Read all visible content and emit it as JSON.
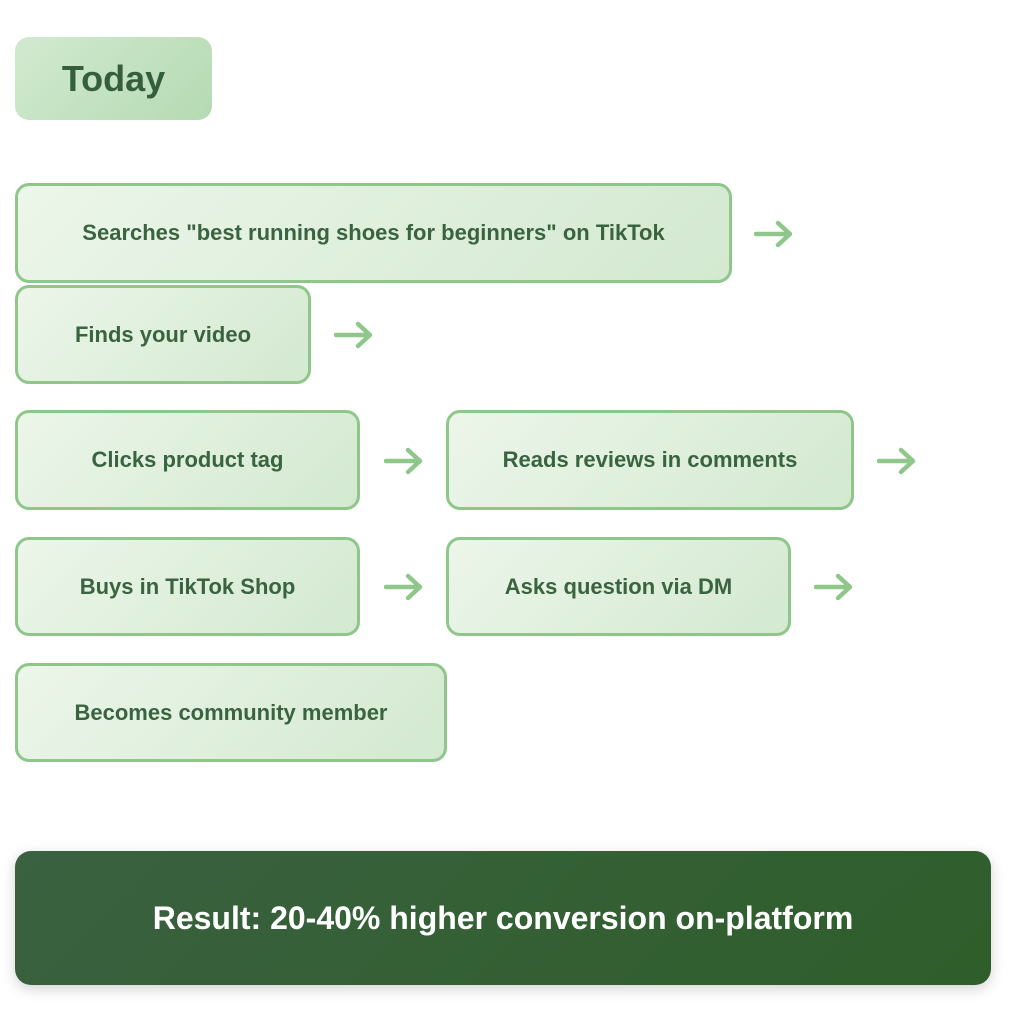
{
  "title": "Today",
  "steps": [
    "Searches \"best running shoes for beginners\" on TikTok",
    "Finds your video",
    "Clicks product tag",
    "Reads reviews in comments",
    "Buys in TikTok Shop",
    "Asks question via DM",
    "Becomes community member"
  ],
  "result": "Result: 20-40% higher conversion on-platform",
  "colors": {
    "accent": "#8fc78b",
    "text": "#3a6340",
    "result_bg": "#345e38"
  }
}
